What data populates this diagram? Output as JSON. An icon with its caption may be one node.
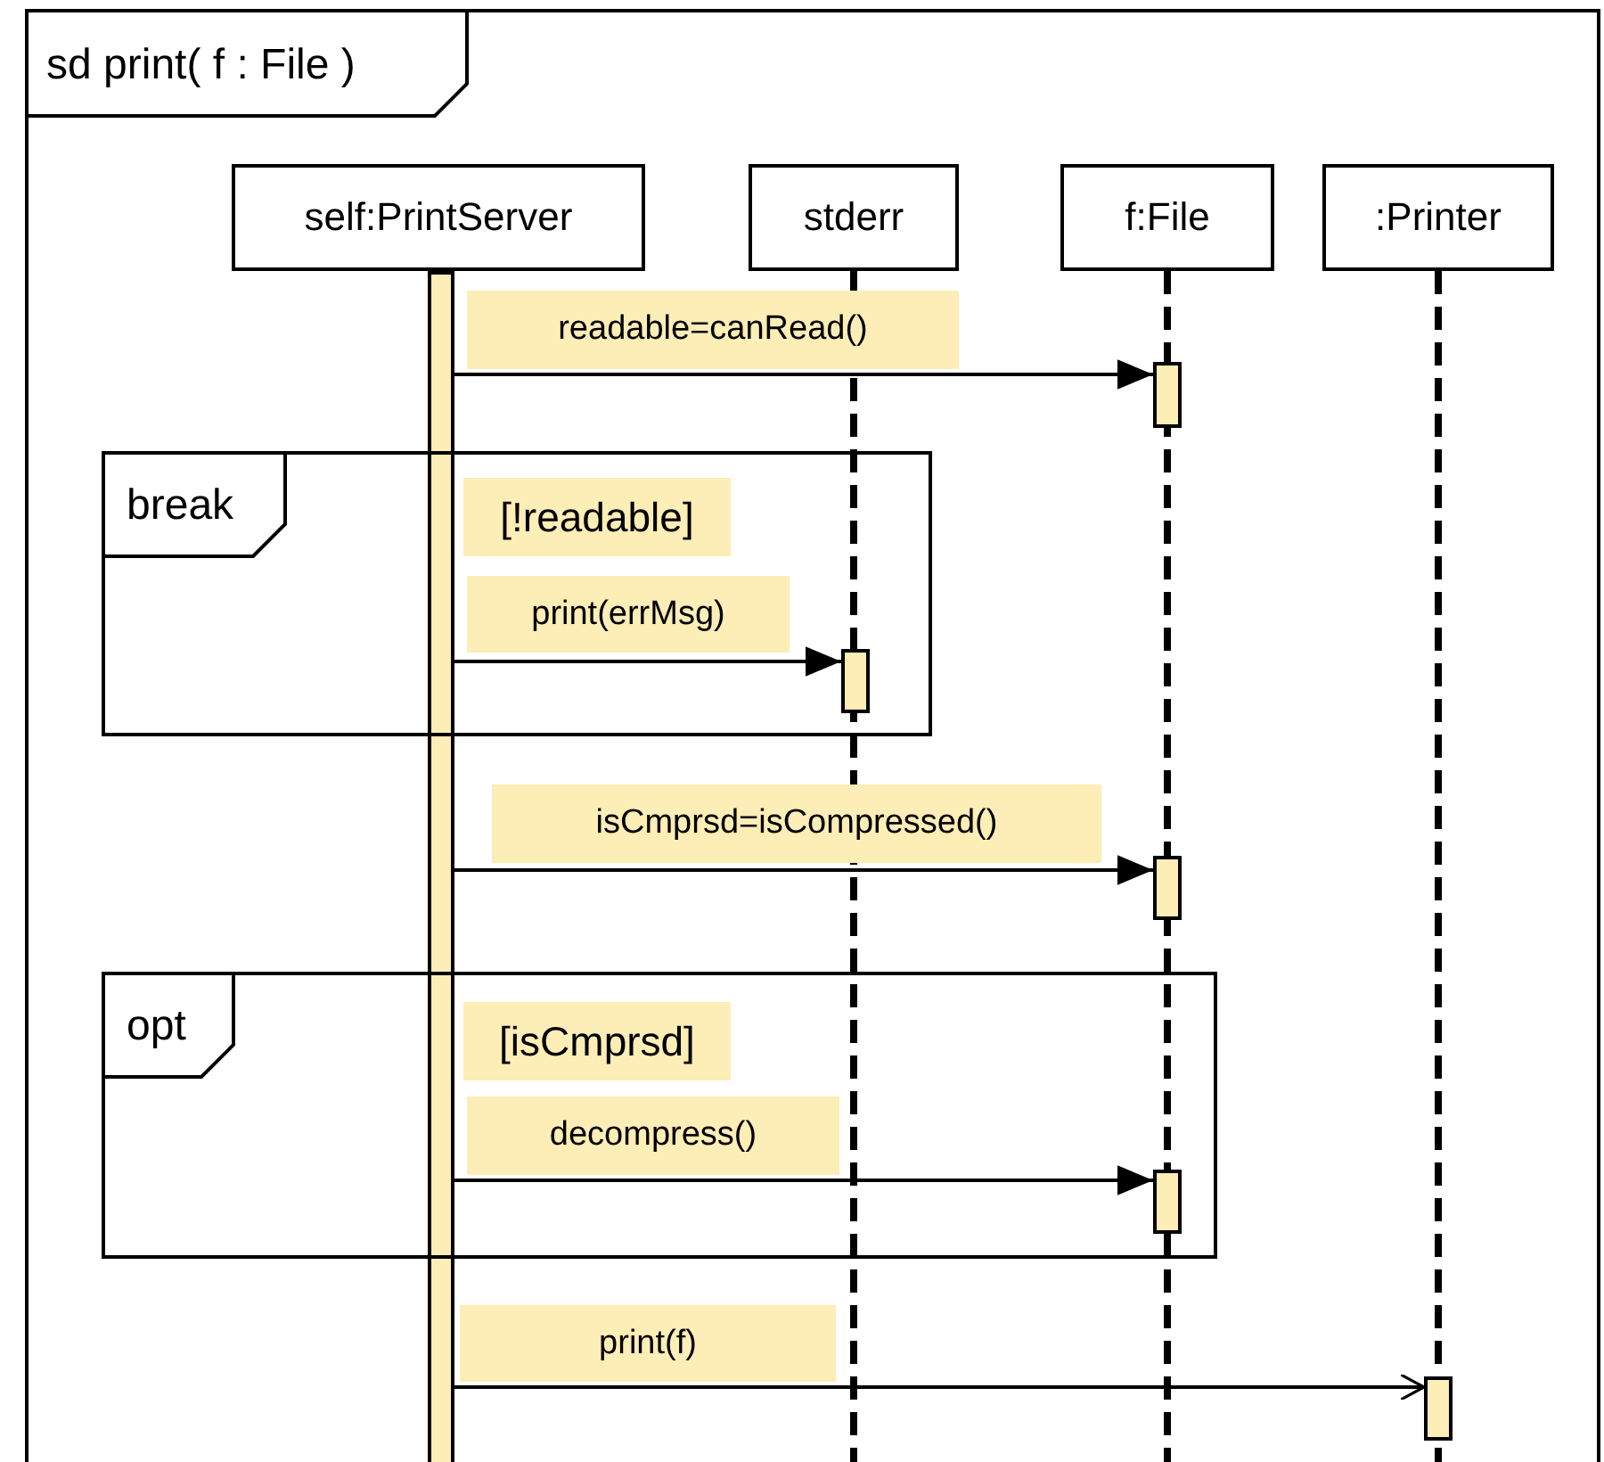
{
  "diagram": {
    "nodes": [
      {
        "text": [
          "sd print( f : File )"
        ]
      },
      {
        "text": [
          "self:PrintServer"
        ],
        "in": 0
      },
      {
        "text": [
          "stderr"
        ],
        "in": 0
      },
      {
        "text": [
          "f:File"
        ],
        "in": 0
      },
      {
        "text": [
          ":Printer"
        ],
        "in": 0
      },
      {
        "text": [],
        "shape": "bar",
        "in": 0
      },
      {
        "text": [],
        "shape": "bar",
        "in": 0
      },
      {
        "text": [
          "break",
          "[!readable]"
        ],
        "in": 0
      },
      {
        "text": [],
        "shape": "bar",
        "in": 7
      },
      {
        "text": [],
        "shape": "bar",
        "in": 0
      },
      {
        "text": [
          "opt",
          "[isCmprsd]"
        ],
        "in": 0
      },
      {
        "text": [],
        "shape": "bar",
        "in": 10
      },
      {
        "text": [],
        "shape": "bar",
        "in": 0
      }
    ],
    "edges": [
      {
        "from": 5,
        "to": 6,
        "arrow": "to",
        "label": "readable=canRead()"
      },
      {
        "from": 5,
        "to": 8,
        "arrow": "to",
        "label": "print(errMsg)"
      },
      {
        "from": 5,
        "to": 9,
        "arrow": "to",
        "label": "isCmprsd=isCompressed()"
      },
      {
        "from": 5,
        "to": 11,
        "arrow": "to",
        "label": "decompress()"
      },
      {
        "from": 5,
        "to": 12,
        "arrow": "to",
        "label": "print(f)"
      }
    ]
  }
}
